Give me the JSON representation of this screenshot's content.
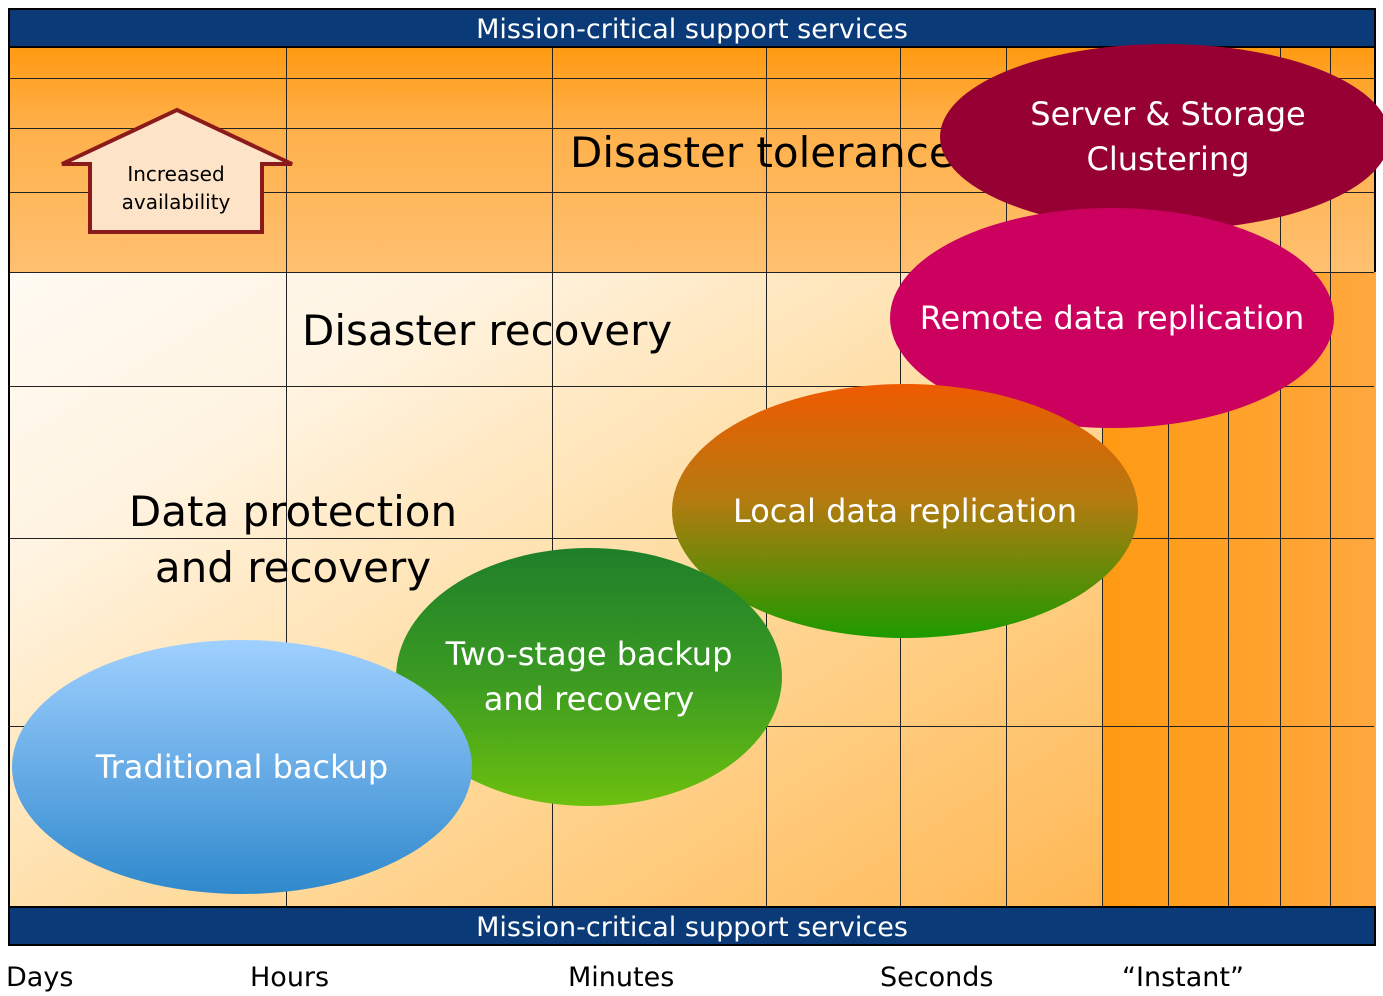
{
  "banners": {
    "top": "Mission-critical support services",
    "bottom": "Mission-critical support services"
  },
  "zones": {
    "disaster_tolerance": "Disaster tolerance",
    "disaster_recovery": "Disaster recovery",
    "data_protection": "Data protection\nand recovery"
  },
  "arrow": {
    "label": "Increased\navailability",
    "icon": "up-arrow-icon"
  },
  "solutions": {
    "traditional": "Traditional backup",
    "two_stage": "Two-stage backup\nand recovery",
    "local": "Local data replication",
    "remote": "Remote data replication",
    "cluster": "Server & Storage Clustering"
  },
  "axis": {
    "days": "Days",
    "hours": "Hours",
    "minutes": "Minutes",
    "seconds": "Seconds",
    "instant": "“Instant”"
  },
  "colors": {
    "banner": "#0a3a78",
    "tolerance_band": "#ff9a12",
    "traditional": "#63a9e4",
    "two_stage": "#3a9a22",
    "local": "#b67a10",
    "remote": "#cc005e",
    "cluster": "#970033"
  }
}
